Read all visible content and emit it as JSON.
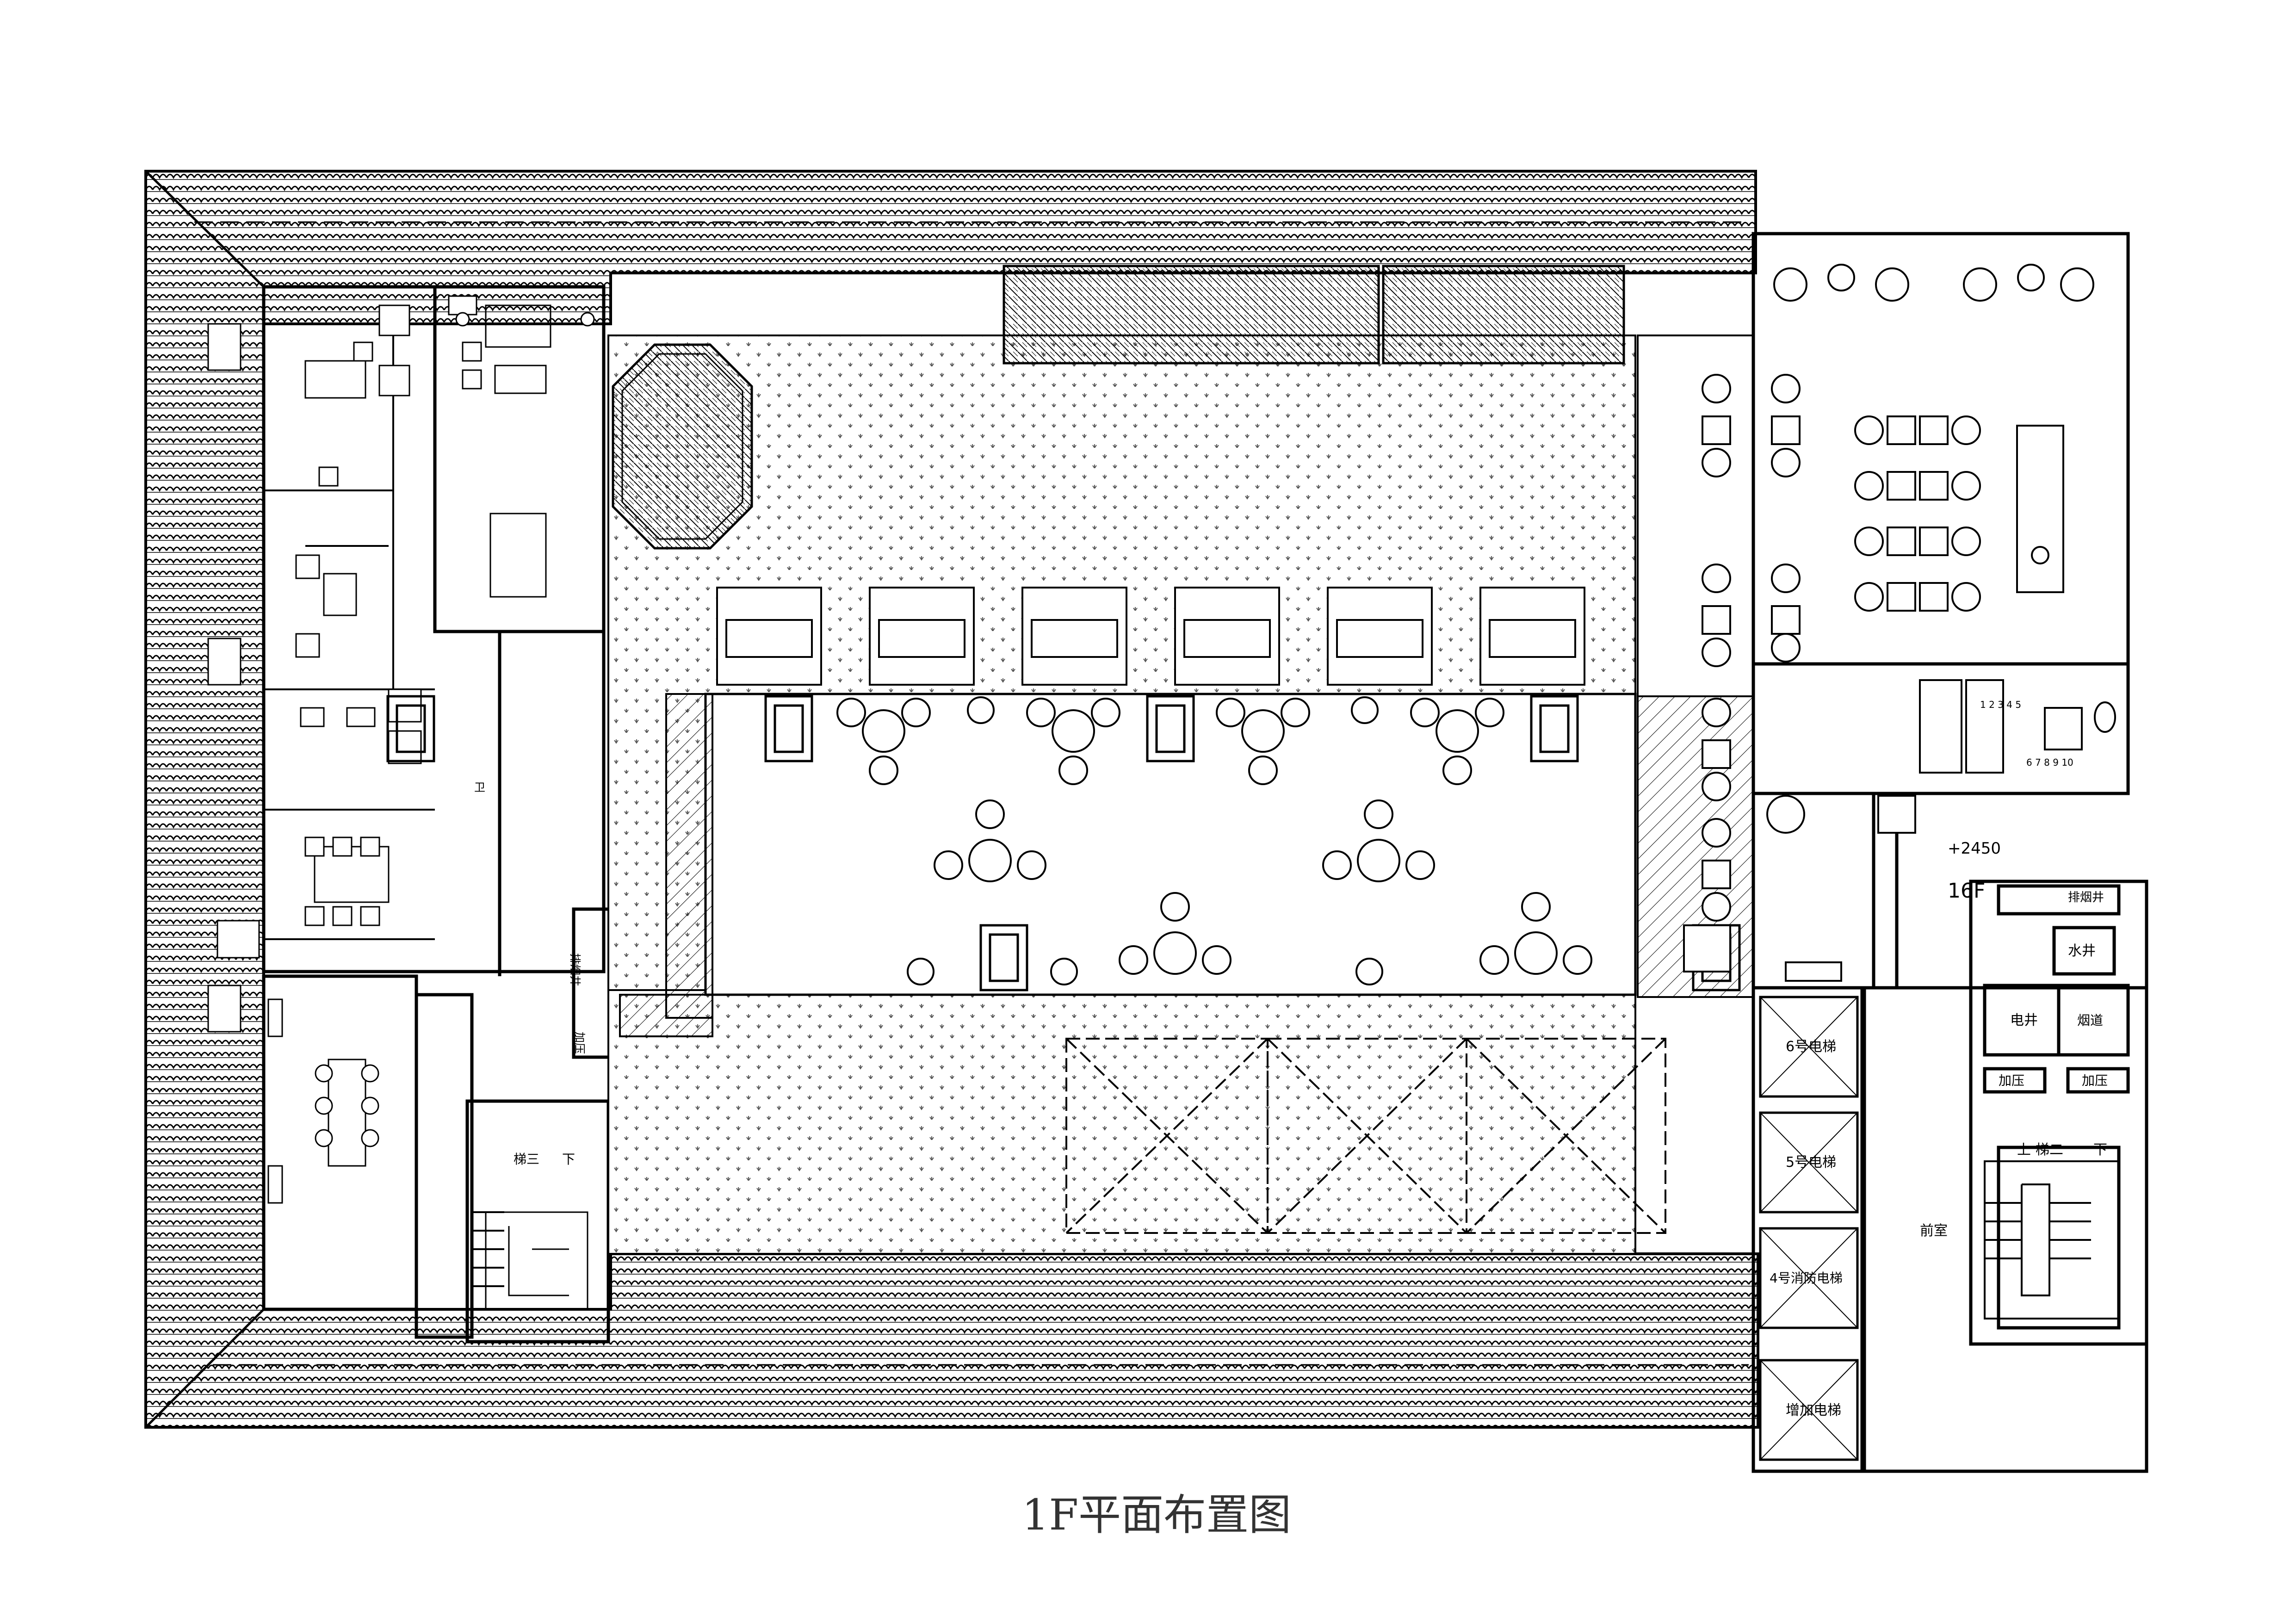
{
  "drawing": {
    "title": "1F平面布置图"
  },
  "colors": {
    "line": "#000000",
    "paper": "#ffffff",
    "title": "#333333"
  },
  "labels": {
    "stair_3": "梯三",
    "stair_3_down": "下",
    "stair_2": "梯二",
    "stair_2_up": "上",
    "stair_2_down": "下",
    "smoke_exhaust_shaft_left": "排烟井",
    "pressurize_left": "加压",
    "elevator_6": "6号电梯",
    "elevator_5": "5号电梯",
    "elevator_4_fire": "4号消防电梯",
    "elevator_added": "增加电梯",
    "front_room": "前室",
    "level_mark": "+2450",
    "floor_mark": "16F",
    "smoke_exhaust_shaft_right": "排烟井",
    "water_shaft": "水井",
    "electric_shaft": "电井",
    "smoke_duct": "烟道",
    "pressurize_right_1": "加压",
    "pressurize_right_2": "加压",
    "toilet_small": "卫",
    "numbers_a": "1 2 3 4 5",
    "numbers_b": "6 7 8 9 10"
  }
}
